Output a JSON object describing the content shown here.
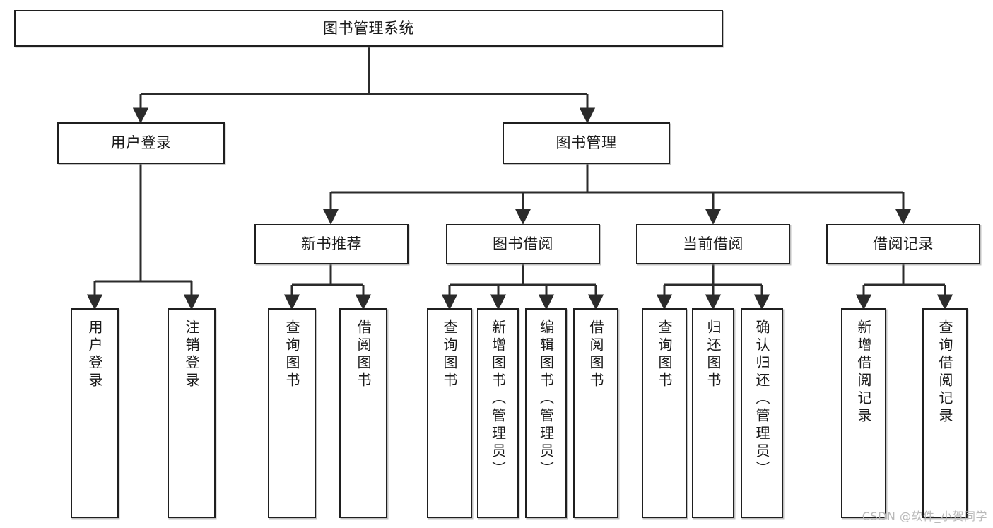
{
  "diagram": {
    "title": "图书管理系统",
    "watermark": "CSDN @软件_小贺同学",
    "colors": {
      "node_border": "#1f1f1f",
      "node_fill": "#ffffff",
      "edge": "#2b2b2b",
      "text": "#1a1a1a",
      "watermark": "#b9b9b9",
      "background": "#ffffff"
    },
    "nodes": {
      "root": {
        "label": "图书管理系统",
        "orientation": "horizontal"
      },
      "level2": [
        {
          "id": "user-login",
          "label": "用户登录",
          "orientation": "horizontal"
        },
        {
          "id": "book-management",
          "label": "图书管理",
          "orientation": "horizontal"
        }
      ],
      "level3": [
        {
          "id": "new-book-recommend",
          "label": "新书推荐",
          "orientation": "horizontal"
        },
        {
          "id": "book-borrow",
          "label": "图书借阅",
          "orientation": "horizontal"
        },
        {
          "id": "current-borrow",
          "label": "当前借阅",
          "orientation": "horizontal"
        },
        {
          "id": "borrow-record",
          "label": "借阅记录",
          "orientation": "horizontal"
        }
      ],
      "leaves": [
        {
          "id": "leaf-user-login",
          "label": "用户登录",
          "orientation": "vertical",
          "parent": "user-login"
        },
        {
          "id": "leaf-logout-login",
          "label": "注销登录",
          "orientation": "vertical",
          "parent": "user-login"
        },
        {
          "id": "leaf-query-book-1",
          "label": "查询图书",
          "orientation": "vertical",
          "parent": "new-book-recommend"
        },
        {
          "id": "leaf-borrow-book-1",
          "label": "借阅图书",
          "orientation": "vertical",
          "parent": "new-book-recommend"
        },
        {
          "id": "leaf-query-book-2",
          "label": "查询图书",
          "orientation": "vertical",
          "parent": "book-borrow"
        },
        {
          "id": "leaf-add-book",
          "label": "新增图书（管理员）",
          "orientation": "vertical",
          "parent": "book-borrow"
        },
        {
          "id": "leaf-edit-book",
          "label": "编辑图书（管理员）",
          "orientation": "vertical",
          "parent": "book-borrow"
        },
        {
          "id": "leaf-borrow-book-2",
          "label": "借阅图书",
          "orientation": "vertical",
          "parent": "book-borrow"
        },
        {
          "id": "leaf-query-book-3",
          "label": "查询图书",
          "orientation": "vertical",
          "parent": "current-borrow"
        },
        {
          "id": "leaf-return-book",
          "label": "归还图书",
          "orientation": "vertical",
          "parent": "current-borrow"
        },
        {
          "id": "leaf-confirm-return",
          "label": "确认归还（管理员）",
          "orientation": "vertical",
          "parent": "current-borrow"
        },
        {
          "id": "leaf-add-record",
          "label": "新增借阅记录",
          "orientation": "vertical",
          "parent": "borrow-record"
        },
        {
          "id": "leaf-query-record",
          "label": "查询借阅记录",
          "orientation": "vertical",
          "parent": "borrow-record"
        }
      ]
    }
  }
}
